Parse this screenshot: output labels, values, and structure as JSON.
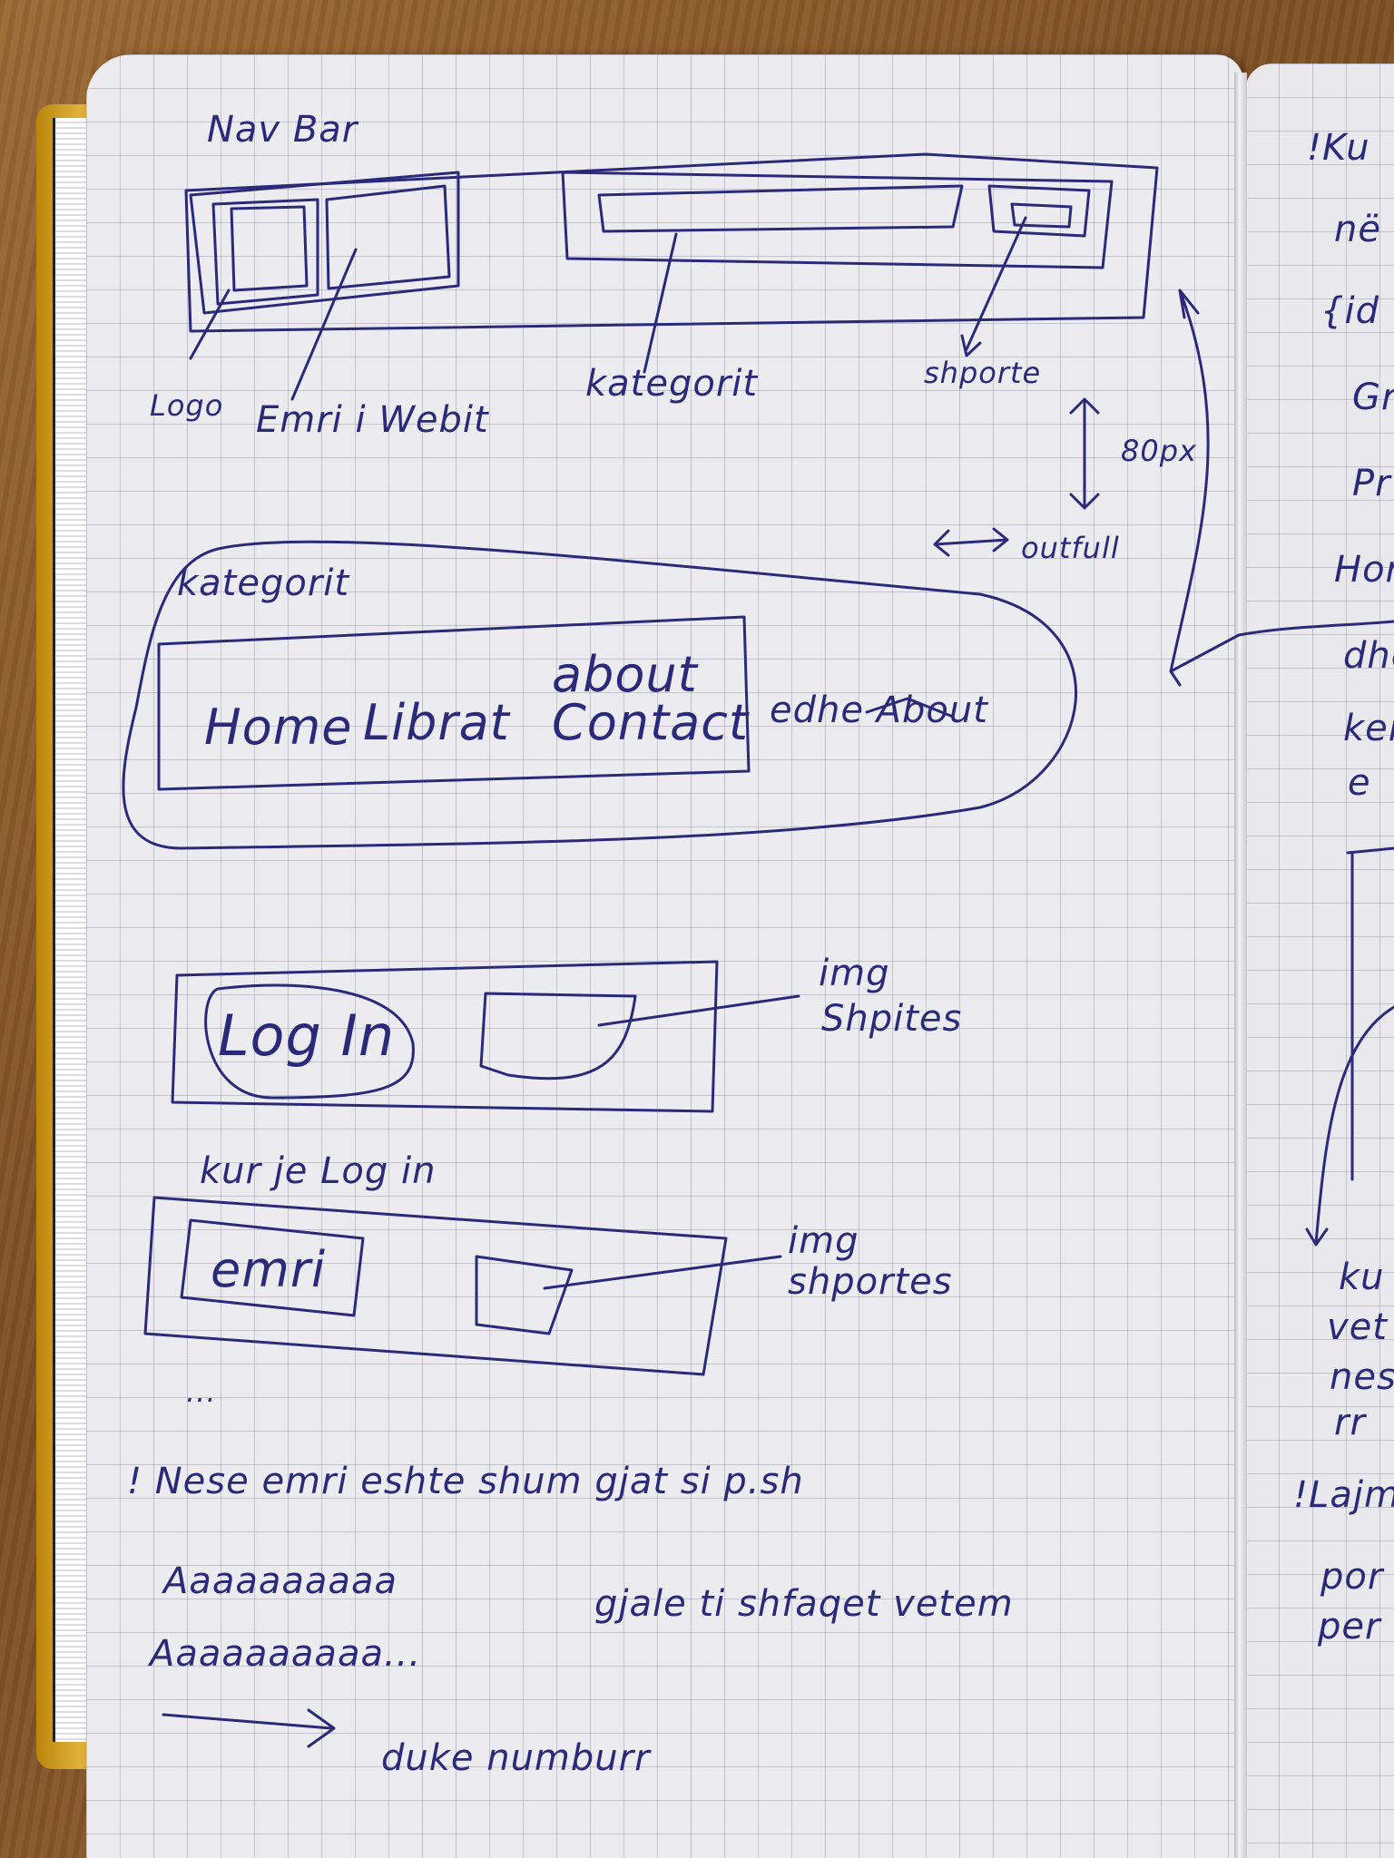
{
  "navbar": {
    "title": "Nav Bar",
    "labels": {
      "logo": "Logo",
      "emri": "Emri i Webit",
      "kategorit": "kategorit",
      "shporte": "shporte"
    },
    "height_note": "80px",
    "width_note": "outfull"
  },
  "kategorit_section": {
    "title": "kategorit",
    "items": [
      "Home",
      "Librat",
      "about",
      "Contact"
    ],
    "side_note": "edhe About"
  },
  "login_section": {
    "button_label": "Log In",
    "cart_label_1": "img",
    "cart_label_2": "Shpites",
    "caption": "kur je Log in"
  },
  "logged_section": {
    "name_field": "emri",
    "cart_label_1": "img",
    "cart_label_2": "shportes",
    "ellipsis": "..."
  },
  "notes": {
    "line1": "! Nese emri eshte shum gjat si p.sh",
    "line2": "Aaaaaaaaaa",
    "line2b": "gjale ti shfaqet vetem",
    "line3": "Aaaaaaaaaa...",
    "line4": "duke numburr"
  },
  "right_page_fragments": [
    "!Ku",
    "në",
    "{id",
    "Gr",
    "Pr",
    "Hor",
    "dhe",
    "ker",
    "e",
    "ku",
    "vet",
    "nes",
    "rr",
    "!Lajm",
    "por",
    "per"
  ],
  "colors": {
    "ink": "#2b2a7a",
    "paper": "#ecebef",
    "cover": "#e0b23a"
  }
}
